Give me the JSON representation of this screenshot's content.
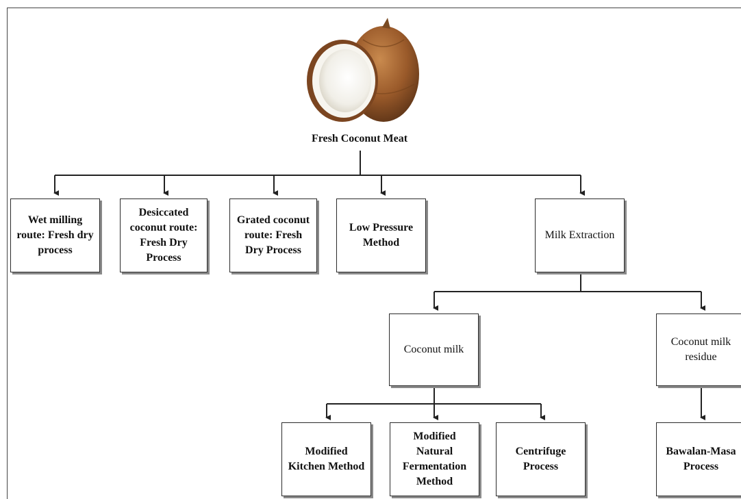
{
  "diagram": {
    "root": {
      "label": "Fresh Coconut Meat",
      "image": "coconut-image"
    },
    "level1": [
      {
        "id": "wet-milling",
        "label": "Wet milling route: Fresh dry process"
      },
      {
        "id": "desiccated",
        "label": "Desiccated coconut route: Fresh Dry Process"
      },
      {
        "id": "grated",
        "label": "Grated coconut route: Fresh Dry Process"
      },
      {
        "id": "low-pressure",
        "label": "Low Pressure Method"
      },
      {
        "id": "milk-extraction",
        "label": "Milk Extraction"
      }
    ],
    "level2": [
      {
        "id": "coconut-milk",
        "label": "Coconut milk"
      },
      {
        "id": "milk-residue",
        "label": "Coconut milk residue"
      }
    ],
    "level3": [
      {
        "id": "kitchen",
        "label": "Modified Kitchen Method"
      },
      {
        "id": "fermentation",
        "label": "Modified Natural Fermentation Method"
      },
      {
        "id": "centrifuge",
        "label": "Centrifuge Process"
      },
      {
        "id": "bawalan",
        "label": "Bawalan-Masa Process"
      }
    ]
  }
}
